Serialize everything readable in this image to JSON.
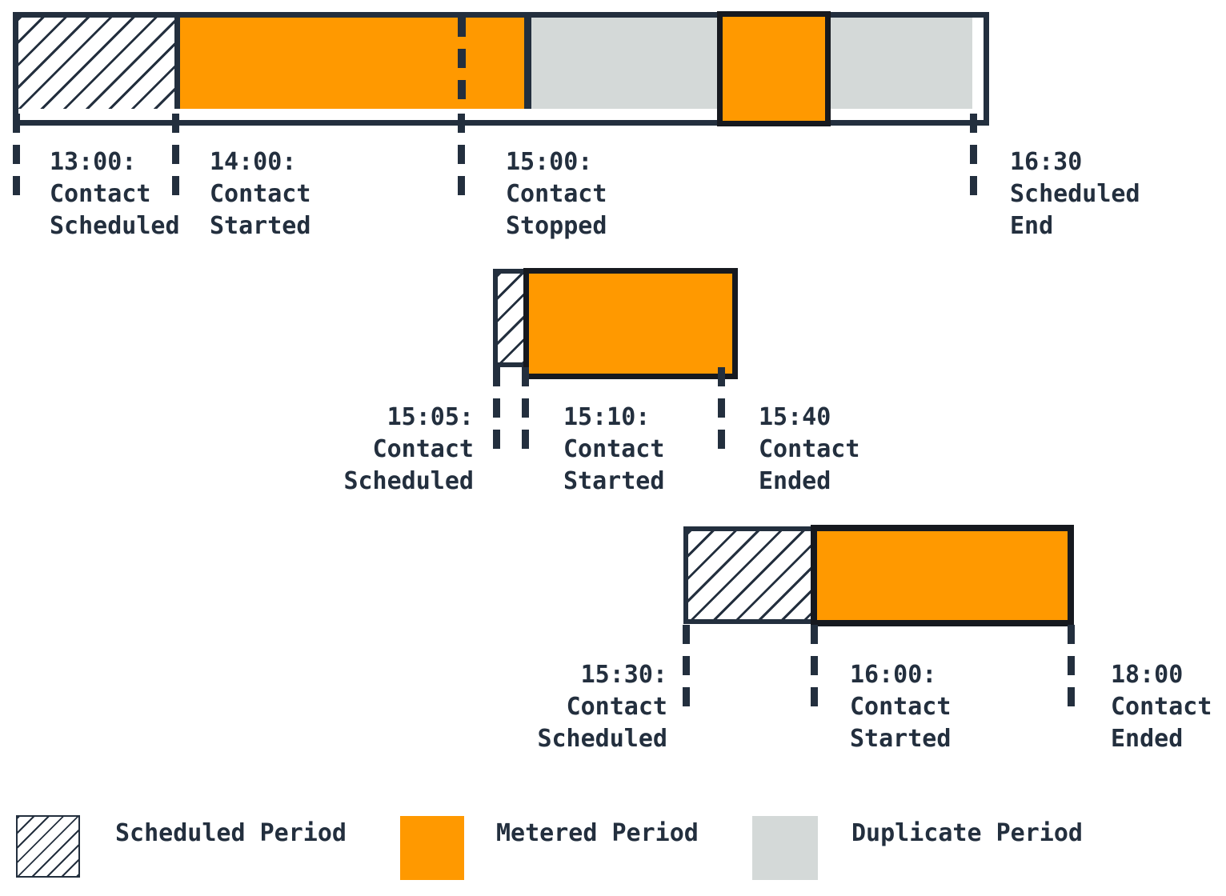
{
  "colors": {
    "ink": "#232f3e",
    "black": "#16191f",
    "orange": "#ff9900",
    "gray": "#d4d9d8"
  },
  "timelines": [
    {
      "id": "contact-1",
      "segments": [
        "Scheduled Period",
        "Metered Period",
        "Duplicate Period",
        "Metered Period (overlapping contact)",
        "Duplicate Period"
      ],
      "events": [
        {
          "lines": [
            "13:00:",
            "Contact",
            "Scheduled"
          ]
        },
        {
          "lines": [
            "14:00:",
            "Contact",
            "Started"
          ]
        },
        {
          "lines": [
            "15:00:",
            "Contact",
            "Stopped"
          ]
        },
        {
          "lines": [
            "16:30",
            "Scheduled",
            "End"
          ]
        }
      ]
    },
    {
      "id": "contact-2",
      "segments": [
        "Scheduled Period",
        "Metered Period"
      ],
      "events": [
        {
          "lines": [
            "15:05:",
            "Contact",
            "Scheduled"
          ]
        },
        {
          "lines": [
            "15:10:",
            "Contact",
            "Started"
          ]
        },
        {
          "lines": [
            "15:40",
            "Contact",
            "Ended"
          ]
        }
      ]
    },
    {
      "id": "contact-3",
      "segments": [
        "Scheduled Period",
        "Metered Period"
      ],
      "events": [
        {
          "lines": [
            "15:30:",
            "Contact",
            "Scheduled"
          ]
        },
        {
          "lines": [
            "16:00:",
            "Contact",
            "Started"
          ]
        },
        {
          "lines": [
            "18:00",
            "Contact",
            "Ended"
          ]
        }
      ]
    }
  ],
  "legend": {
    "items": [
      {
        "label": "Scheduled Period"
      },
      {
        "label": "Metered Period"
      },
      {
        "label": "Duplicate Period"
      }
    ]
  }
}
